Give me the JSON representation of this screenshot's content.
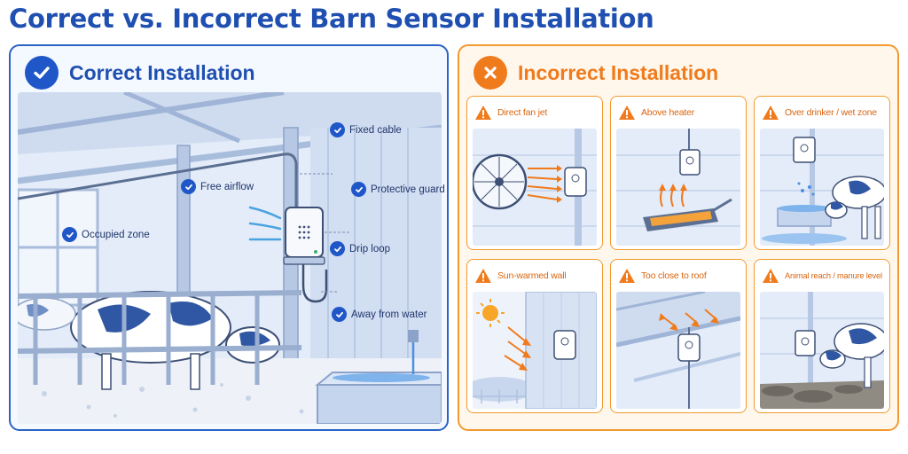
{
  "title": "Correct vs. Incorrect Barn Sensor Installation",
  "correct": {
    "heading": "Correct Installation",
    "callouts": {
      "fixed_cable": "Fixed cable",
      "free_airflow": "Free airflow",
      "protective_guard": "Protective guard",
      "drip_loop": "Drip loop",
      "occupied_zone": "Occupied zone",
      "away_from_water": "Away from water"
    }
  },
  "incorrect": {
    "heading": "Incorrect Installation",
    "tiles": [
      {
        "label": "Direct fan jet"
      },
      {
        "label": "Above heater"
      },
      {
        "label": "Over drinker / wet zone"
      },
      {
        "label": "Sun-warmed wall"
      },
      {
        "label": "Too close to roof"
      },
      {
        "label": "Animal reach / manure level"
      }
    ]
  },
  "colors": {
    "correct_accent": "#1f56c8",
    "incorrect_accent": "#f07b1d",
    "scene_blue": "#dbe6f7"
  },
  "icons": {
    "correct_badge": "check-circle-icon",
    "incorrect_badge": "x-circle-icon",
    "tile_badge": "warning-triangle-icon"
  }
}
